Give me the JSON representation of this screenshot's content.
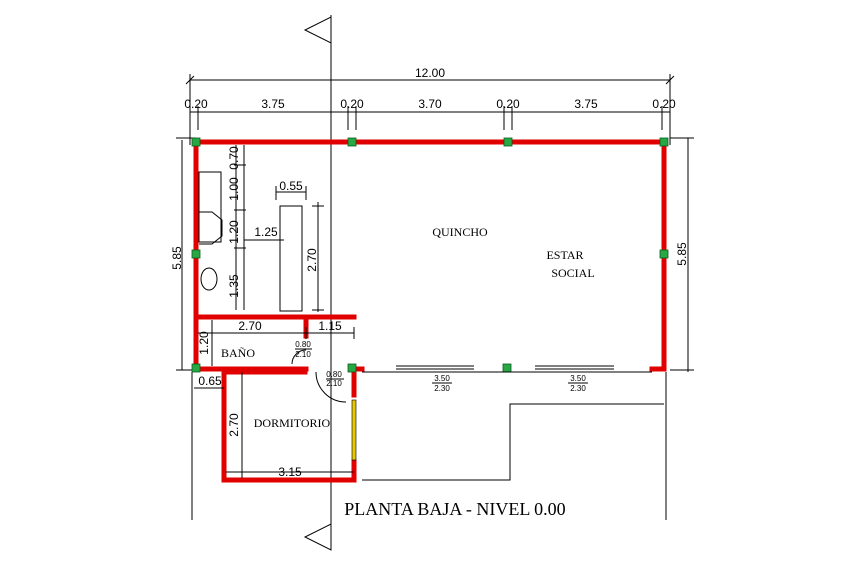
{
  "title": "PLANTA BAJA - NIVEL 0.00",
  "rooms": {
    "quincho": "QUINCHO",
    "estar_line1": "ESTAR",
    "estar_line2": "SOCIAL",
    "bano": "BAÑO",
    "dormitorio": "DORMITORIO"
  },
  "dimensions": {
    "total_width": "12.00",
    "col_a": "0.20",
    "span_1": "3.75",
    "col_b": "0.20",
    "span_2": "3.70",
    "col_c": "0.20",
    "span_3": "3.75",
    "col_d": "0.20",
    "depth_left": "5.85",
    "depth_right": "5.85",
    "v_070": "0.70",
    "v_100": "1.00",
    "v_120": "1.20",
    "v_135": "1.35",
    "h_055": "0.55",
    "h_125": "1.25",
    "v_270_grill": "2.70",
    "bath_width": "2.70",
    "hall_width": "1.15",
    "bath_height": "1.20",
    "step_065": "0.65",
    "dorm_height": "2.70",
    "dorm_width": "3.15"
  },
  "openings": {
    "bath_door_w": "0.80",
    "bath_door_h": "2.10",
    "dorm_door_w": "0.80",
    "dorm_door_h": "2.10",
    "win1_w": "3.50",
    "win1_h": "2.30",
    "win2_w": "3.50",
    "win2_h": "2.30"
  },
  "colors": {
    "wall": "#e00000",
    "column": "#27a844",
    "door_leaf": "#e6c800"
  }
}
